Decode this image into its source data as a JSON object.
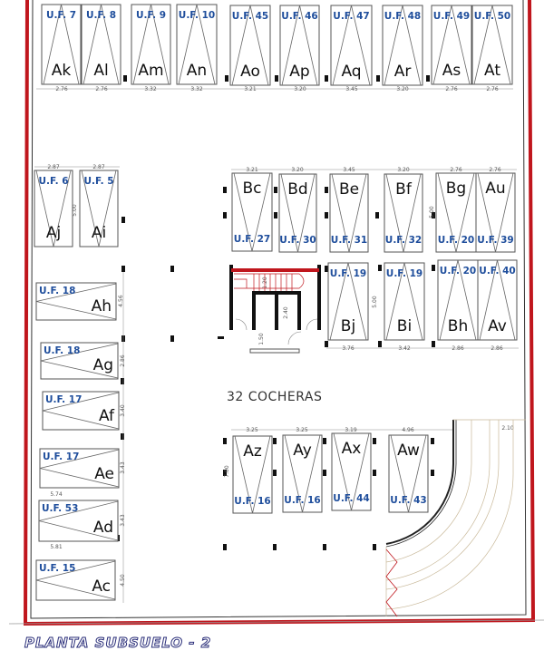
{
  "title": "PLANTA SUBSUELO - 2",
  "parking_count_label": "32 COCHERAS",
  "colors": {
    "wall": "#c0161d",
    "uf_text": "#1f4e9c",
    "stair_accent": "#c0161d"
  },
  "spots": [
    {
      "id": "Ak",
      "uf": "U.F. 7"
    },
    {
      "id": "Al",
      "uf": "U.F. 8"
    },
    {
      "id": "Am",
      "uf": "U.F. 9"
    },
    {
      "id": "An",
      "uf": "U.F. 10"
    },
    {
      "id": "Ao",
      "uf": "U.F. 45"
    },
    {
      "id": "Ap",
      "uf": "U.F. 46"
    },
    {
      "id": "Aq",
      "uf": "U.F. 47"
    },
    {
      "id": "Ar",
      "uf": "U.F. 48"
    },
    {
      "id": "As",
      "uf": "U.F. 49"
    },
    {
      "id": "At",
      "uf": "U.F. 50"
    },
    {
      "id": "Aj",
      "uf": "U.F. 6"
    },
    {
      "id": "Ai",
      "uf": "U.F. 5"
    },
    {
      "id": "Ah",
      "uf": "U.F. 18"
    },
    {
      "id": "Ag",
      "uf": "U.F. 18"
    },
    {
      "id": "Af",
      "uf": "U.F. 17"
    },
    {
      "id": "Ae",
      "uf": "U.F. 17"
    },
    {
      "id": "Ad",
      "uf": "U.F. 53"
    },
    {
      "id": "Ac",
      "uf": "U.F. 15"
    },
    {
      "id": "Bc",
      "uf": "U.F. 27"
    },
    {
      "id": "Bd",
      "uf": "U.F. 30"
    },
    {
      "id": "Be",
      "uf": "U.F. 31"
    },
    {
      "id": "Bf",
      "uf": "U.F. 32"
    },
    {
      "id": "Bg",
      "uf": "U.F. 20"
    },
    {
      "id": "Au",
      "uf": "U.F. 39"
    },
    {
      "id": "Bj",
      "uf": "U.F. 19"
    },
    {
      "id": "Bi",
      "uf": "U.F. 19"
    },
    {
      "id": "Bh",
      "uf": "U.F. 20"
    },
    {
      "id": "Av",
      "uf": "U.F. 40"
    },
    {
      "id": "Az",
      "uf": "U.F. 16"
    },
    {
      "id": "Ay",
      "uf": "U.F. 16"
    },
    {
      "id": "Ax",
      "uf": "U.F. 44"
    },
    {
      "id": "Aw",
      "uf": "U.F. 43"
    }
  ],
  "dimensions": [
    "2.76",
    "2.76",
    "3.32",
    "3.32",
    "3.21",
    "3.20",
    "3.45",
    "3.20",
    "2.76",
    "2.76",
    "5.00",
    "2.87",
    "2.87",
    "5.00",
    "4.56",
    "2.86",
    "3.40",
    "3.43",
    "5.74",
    "3.43",
    "5.81",
    "4.50",
    "3.21",
    "3.20",
    "3.45",
    "3.20",
    "2.76",
    "2.76",
    "5.00",
    "3.76",
    "3.42",
    "2.86",
    "2.86",
    "5.00",
    "1.20",
    "2.40",
    "1.50",
    "3.25",
    "3.25",
    "3.19",
    "4.96",
    "2.10",
    "7.00"
  ]
}
